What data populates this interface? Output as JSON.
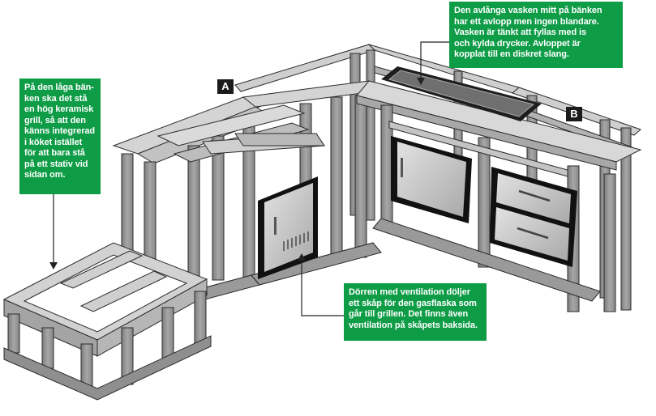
{
  "markers": {
    "a": "A",
    "b": "B"
  },
  "callouts": {
    "grill": {
      "lines": [
        "På den låga bän-",
        "ken ska det stå",
        "en hög keramisk",
        "grill, så att den",
        "känns integrerad",
        "i köket istället",
        "för att bara stå",
        "på ett stativ vid",
        "sidan om."
      ]
    },
    "sink": {
      "lines": [
        "Den avlånga vasken mitt på bänken",
        "har ett avlopp men ingen blandare.",
        "Vasken är tänkt att fyllas med is",
        "och kylda drycker. Avloppet är",
        "kopplat till en diskret slang."
      ]
    },
    "door": {
      "lines": [
        "Dörren med ventilation döljer",
        "ett skåp för den gasflaska som",
        "går till grillen. Det finns även",
        "ventilation på skåpets baksida."
      ]
    }
  },
  "colors": {
    "callout_bg": "#0e9c46",
    "callout_text": "#ffffff",
    "frame_top": "#cfcfcf",
    "frame_front": "#8d8d8d",
    "frame_side": "#b3b3b3",
    "outline": "#2b2b2b",
    "panel_border": "#111111",
    "panel_fill": "#c9c9c9"
  }
}
